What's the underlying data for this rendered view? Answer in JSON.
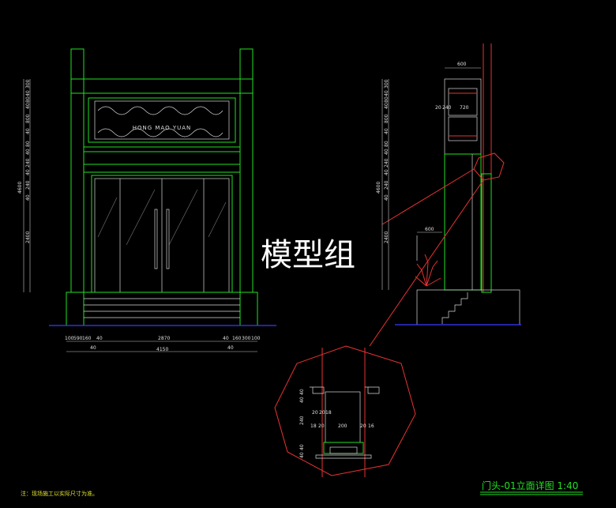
{
  "sign_text": "HONG MAO YUAN",
  "watermark": "模型组",
  "title": "门头-01立面详图 1:40",
  "note": "注：现场施工以实际尺寸为准。",
  "front": {
    "left_dims": [
      "300",
      "40",
      "80",
      "40",
      "800",
      "40",
      "80",
      "40",
      "240",
      "40",
      "240",
      "40",
      "2400"
    ],
    "total_height": "4600",
    "bottom_row1": [
      "100",
      "590",
      "160",
      "40",
      "2870",
      "40",
      "160",
      "300",
      "100"
    ],
    "bottom_row2": [
      "40",
      "40"
    ],
    "total_width": "4150"
  },
  "side": {
    "top_width": "600",
    "inner_dims": [
      "20",
      "240",
      "720"
    ],
    "left_dims": [
      "300",
      "40",
      "80",
      "40",
      "800",
      "40",
      "80",
      "40",
      "240",
      "40",
      "240",
      "40",
      "2400"
    ],
    "total_height": "4600",
    "planter_width": "600"
  },
  "detail": {
    "left_dims": [
      "40",
      "40",
      "240",
      "40",
      "40"
    ],
    "bottom_dims": [
      "18",
      "20",
      "200",
      "20",
      "16"
    ],
    "top_dims": [
      "20",
      "20",
      "18"
    ]
  }
}
